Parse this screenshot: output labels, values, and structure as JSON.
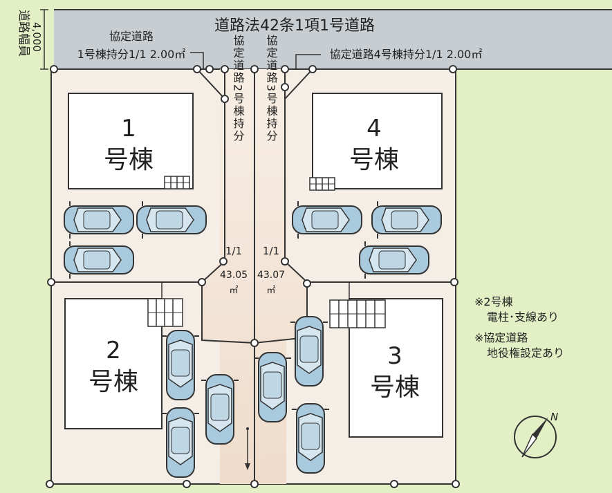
{
  "road": {
    "name": "道路法42条1項1号道路",
    "width_label": "道路幅員",
    "width_value": "4,000"
  },
  "shared_roads": {
    "road1": {
      "line1": "協定道路",
      "line2": "1号棟持分1/1 2.00㎡"
    },
    "road4": {
      "label": "協定道路4号棟持分1/1 2.00㎡"
    },
    "road2": {
      "vertical": "協定道路2号棟持分",
      "share": "1/1",
      "area": "43.05",
      "unit": "㎡"
    },
    "road3": {
      "vertical": "協定道路3号棟持分",
      "share": "1/1",
      "area": "43.07",
      "unit": "㎡"
    }
  },
  "buildings": {
    "b1": {
      "num": "1",
      "label": "号棟"
    },
    "b2": {
      "num": "2",
      "label": "号棟"
    },
    "b3": {
      "num": "3",
      "label": "号棟"
    },
    "b4": {
      "num": "4",
      "label": "号棟"
    }
  },
  "notes": {
    "note1_line1": "※2号棟",
    "note1_line2": "電柱･支線あり",
    "note2_line1": "※協定道路",
    "note2_line2": "地役権設定あり"
  },
  "compass": {
    "north": "N"
  },
  "colors": {
    "background": "#e3efc4",
    "road": "#c8cdd1",
    "lot": "#f5eee7",
    "shared_road": "#f2e6da",
    "car_body": "#a7c8dc"
  }
}
